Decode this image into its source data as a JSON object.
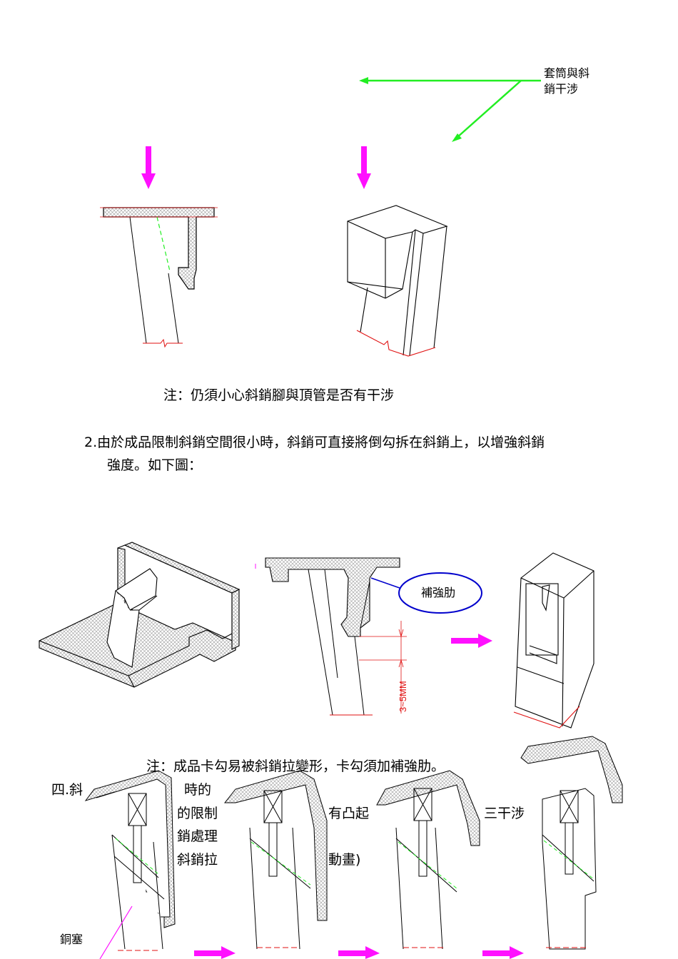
{
  "callout_interference": {
    "line1": "套筒與斜",
    "line2": "銷干涉"
  },
  "note_1": "注：仍須小心斜銷腳與頂管是否有干涉",
  "item_2": {
    "line1": "2.由於成品限制斜銷空間很小時，斜銷可直接將倒勾拆在斜銷上，以增強斜銷",
    "line2": "強度。如下圖："
  },
  "reinforce_label": "補強肋",
  "dimension_label": "3~5MM",
  "note_2": "注：成品卡勾易被斜銷拉變形，卡勾須加補強肋。",
  "section_4": {
    "prefix": "四.斜",
    "frag_a": "時的",
    "frag_b": "的限制",
    "frag_c": "有凸起",
    "frag_d": "三干涉",
    "frag_e": "銷處理",
    "frag_f": "斜銷拉",
    "frag_g": "動畫)"
  },
  "copper_plug_label": "銅塞",
  "colors": {
    "green_arrow": "#22ee22",
    "magenta_arrow": "#ff10ff",
    "red_dim": "#e01010",
    "blue_ellipse": "#0000cc",
    "hatch": "#9a9a9a"
  }
}
